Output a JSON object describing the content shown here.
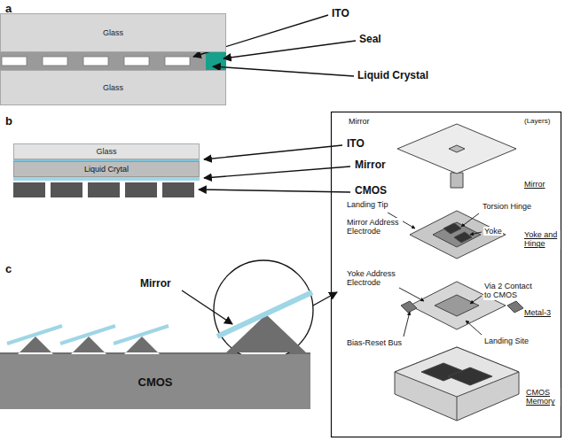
{
  "diagram": {
    "nodes": [
      {
        "text": [
          "Glass"
        ]
      },
      {
        "text": [
          "Glass"
        ]
      },
      {
        "text": [
          "Glass"
        ]
      },
      {
        "text": [
          "Liquid Crytal"
        ]
      },
      {
        "text": [
          "CMOS"
        ]
      }
    ],
    "labels": [
      "a",
      "ITO",
      "Seal",
      "Liquid Crystal",
      "b",
      "ITO",
      "Mirror",
      "CMOS",
      "c",
      "Mirror",
      "Mirror",
      "(Layers)",
      "Mirror",
      "Landing Tip",
      "Torsion Hinge",
      "Mirror Address Electrode",
      "Yoke",
      "Yoke and Hinge",
      "Yoke Address Electrode",
      "Via 2 Contact to CMOS",
      "Metal-3",
      "Bias-Reset Bus",
      "Landing Site",
      "CMOS Memory"
    ]
  }
}
